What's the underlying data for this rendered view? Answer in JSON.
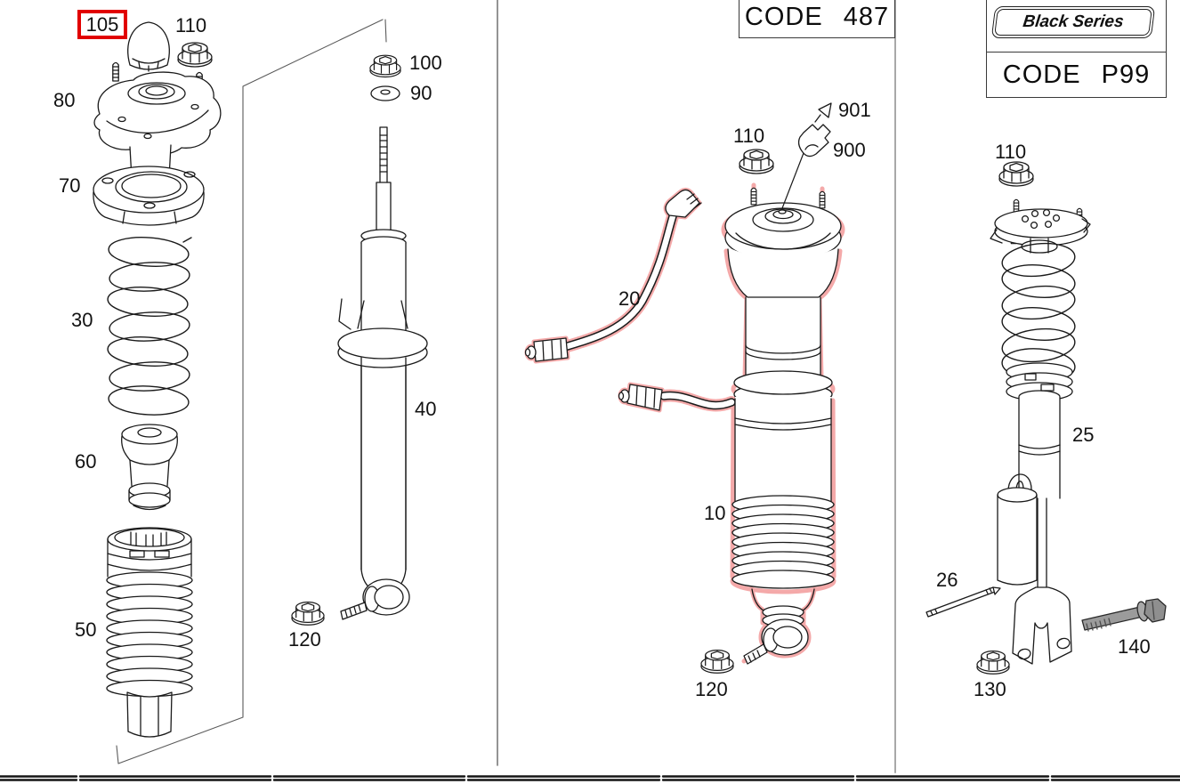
{
  "badges": {
    "code_487": "CODE 487",
    "black_series": "Black Series",
    "code_p99": "CODE P99"
  },
  "selected_callout": "105",
  "callouts": {
    "c105": "105",
    "c110_left": "110",
    "c80": "80",
    "c70": "70",
    "c30": "30",
    "c60": "60",
    "c50": "50",
    "c100": "100",
    "c90": "90",
    "c40": "40",
    "c120_left": "120",
    "c110_mid": "110",
    "c901": "901",
    "c900": "900",
    "c20": "20",
    "c10": "10",
    "c120_mid": "120",
    "c110_right": "110",
    "c25": "25",
    "c26": "26",
    "c130": "130",
    "c140": "140"
  },
  "colors": {
    "highlight_box_red": "#e10000",
    "selected_part_outline": "#f4a9a9",
    "line_art": "#1a1a1a",
    "divider_gray": "#8c8c8c",
    "bolt_gray": "#9b9b9b"
  }
}
